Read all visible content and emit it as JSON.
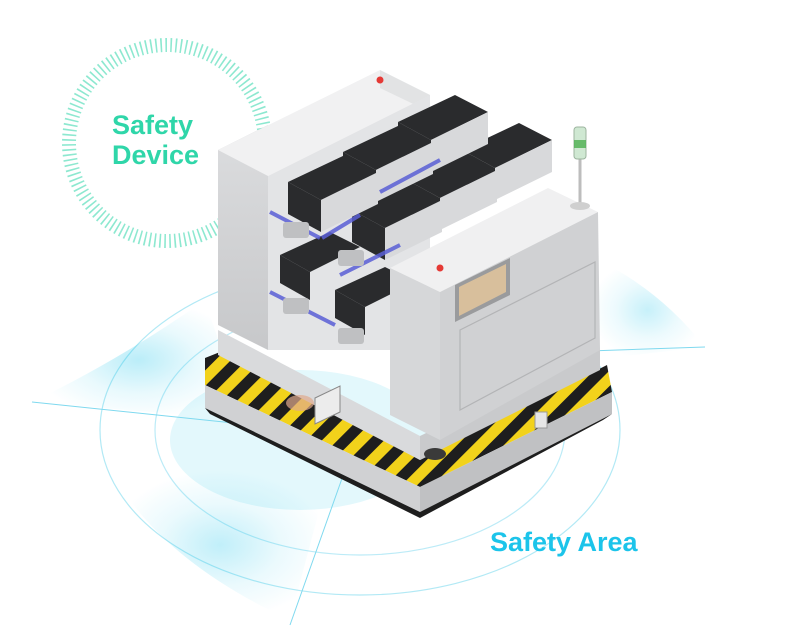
{
  "labels": {
    "safety_device_line1": "Safety",
    "safety_device_line2": "Device",
    "safety_area": "Safety Area"
  },
  "colors": {
    "device_accent": "#2fd6a9",
    "area_accent": "#1cc4ea",
    "body_light": "#eeeeee",
    "body_mid": "#d4d5d7",
    "body_dark": "#b5b6b8",
    "battery_dark": "#2a2b2d",
    "hazard_yellow": "#f2d21b",
    "hazard_black": "#1e1e1e"
  },
  "icons": {
    "signal_tower": "signal-tower-icon",
    "estop": "emergency-stop-icon"
  }
}
